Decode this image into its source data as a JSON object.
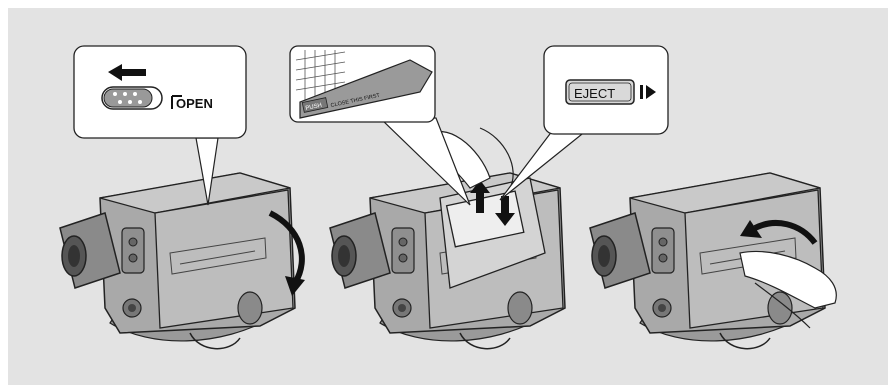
{
  "callouts": {
    "open_label": "OPEN",
    "push_label": "PUSH",
    "close_label": "CLOSE THIS FIRST",
    "eject_label": "EJECT"
  },
  "colors": {
    "background": "#e3e3e3",
    "line": "#222222",
    "body_dark": "#8a8a8a",
    "body_mid": "#a9a9a9",
    "body_light": "#c9c9c9",
    "callout_fill": "#ffffff"
  },
  "steps": [
    {
      "icon": "camcorder-opening-lid-icon"
    },
    {
      "icon": "camcorder-cassette-insert-icon"
    },
    {
      "icon": "camcorder-closing-lid-icon"
    }
  ]
}
